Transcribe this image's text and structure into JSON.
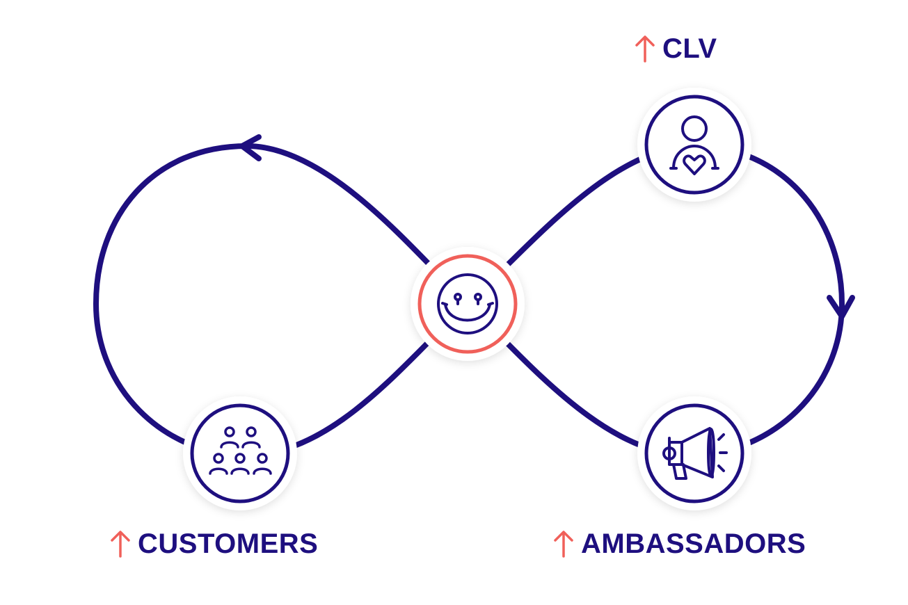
{
  "colors": {
    "primary": "#1e0f7f",
    "accent": "#f0605a",
    "background": "#ffffff",
    "node_fill": "#ffffff"
  },
  "labels": {
    "clv": "CLV",
    "customers": "CUSTOMERS",
    "ambassadors": "AMBASSADORS"
  },
  "nodes": {
    "center": {
      "icon": "smiley-face-icon"
    },
    "clv": {
      "icon": "person-heart-icon"
    },
    "customers": {
      "icon": "people-group-icon"
    },
    "ambassadors": {
      "icon": "megaphone-icon"
    }
  },
  "indicator_icon": "arrow-up-icon"
}
